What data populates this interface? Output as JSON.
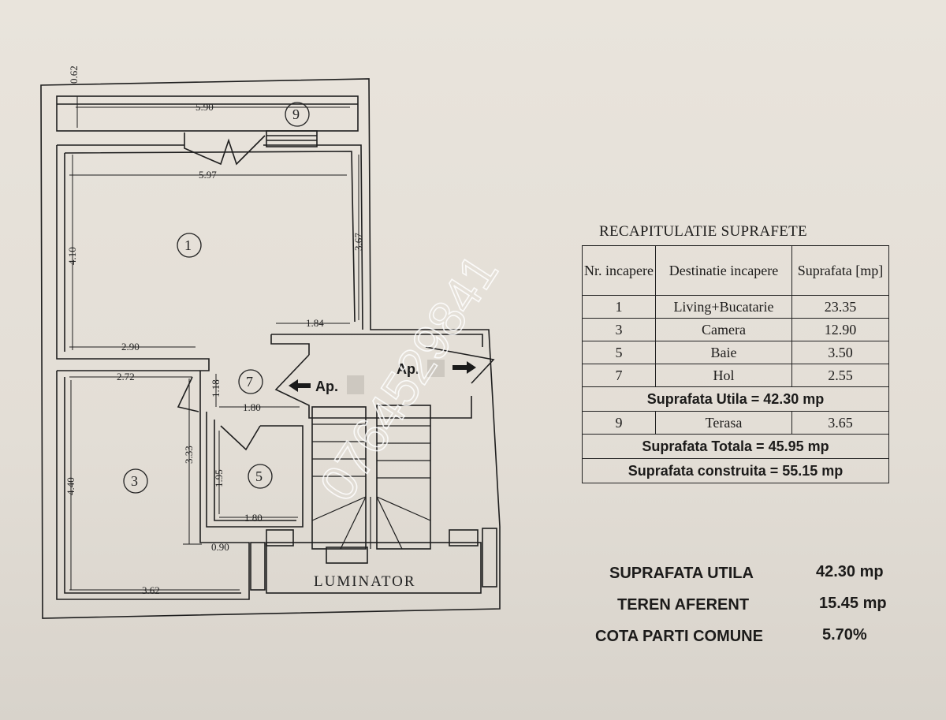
{
  "plan": {
    "dims": {
      "d062": "0.62",
      "d590": "5.90",
      "d597": "5.97",
      "d410": "4.10",
      "d367": "3.67",
      "d184": "1.84",
      "d290": "2.90",
      "d272": "2.72",
      "d118": "1.18",
      "d180a": "1.80",
      "d333": "3.33",
      "d195": "1.95",
      "d440": "4.40",
      "d180b": "1.80",
      "d090": "0.90",
      "d362": "3.62"
    },
    "rooms": {
      "r1": "1",
      "r3": "3",
      "r5": "5",
      "r7": "7",
      "r9": "9"
    },
    "apartment_left": "Ap.",
    "apartment_right": "Ap.",
    "luminator": "LUMINATOR",
    "watermark": "0764529841"
  },
  "recap": {
    "title": "RECAPITULATIE SUPRAFETE",
    "headers": {
      "nr": "Nr. incapere",
      "dest": "Destinatie incapere",
      "supr": "Suprafata [mp]"
    },
    "rows": [
      {
        "nr": "1",
        "dest": "Living+Bucatarie",
        "supr": "23.35"
      },
      {
        "nr": "3",
        "dest": "Camera",
        "supr": "12.90"
      },
      {
        "nr": "5",
        "dest": "Baie",
        "supr": "3.50"
      },
      {
        "nr": "7",
        "dest": "Hol",
        "supr": "2.55"
      }
    ],
    "utila_row": "Suprafata Utila = 42.30 mp",
    "terasa": {
      "nr": "9",
      "dest": "Terasa",
      "supr": "3.65"
    },
    "totala_row": "Suprafata Totala = 45.95 mp",
    "construita_row": "Suprafata construita = 55.15 mp"
  },
  "summary": [
    {
      "label": "SUPRAFATA UTILA",
      "value": "42.30 mp"
    },
    {
      "label": "TEREN  AFERENT",
      "value": "15.45 mp"
    },
    {
      "label": "COTA  PARTI COMUNE",
      "value": "5.70%"
    }
  ]
}
